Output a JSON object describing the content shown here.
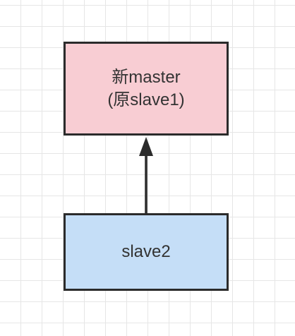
{
  "nodes": {
    "master": {
      "line1": "新master",
      "line2": "(原slave1)",
      "fill": "#f8cdd3"
    },
    "slave2": {
      "label": "slave2",
      "fill": "#c5def7"
    }
  },
  "edge": {
    "from": "slave2",
    "to": "master",
    "color": "#2b2b2b"
  }
}
